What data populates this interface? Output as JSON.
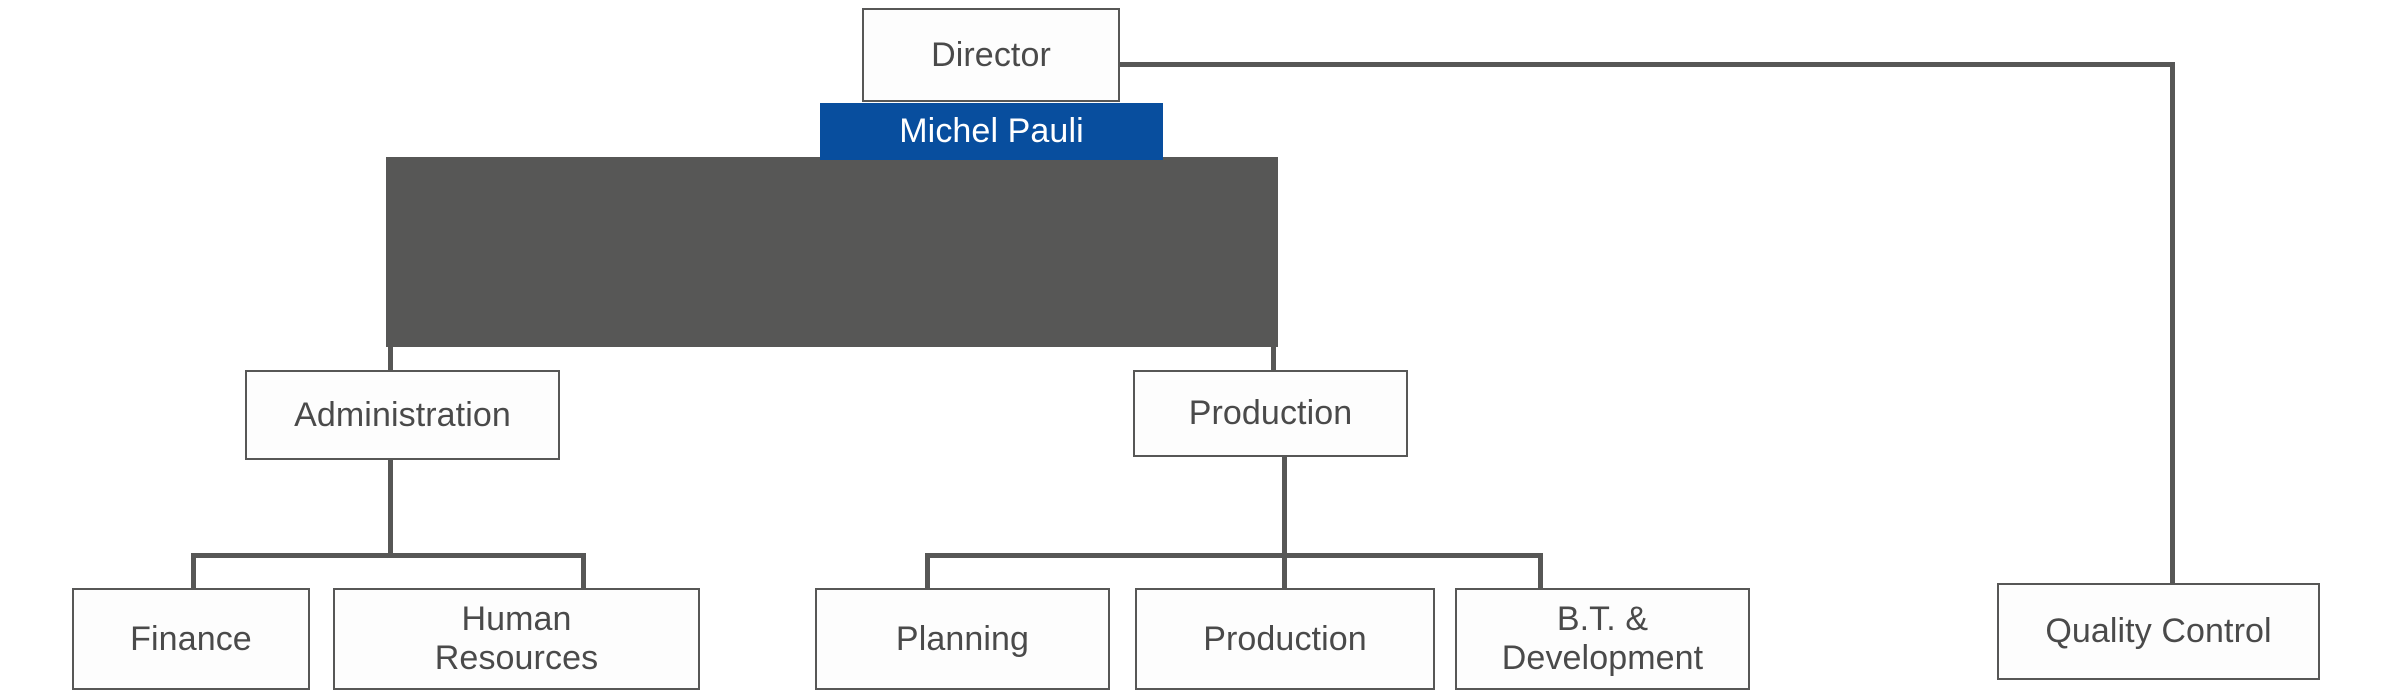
{
  "chart_data": {
    "type": "diagram",
    "title": "Organizational Chart",
    "diagram_kind": "org-chart",
    "colors": {
      "accent_blue": "#084e9e",
      "connector_gray": "#575756",
      "block_gray": "#575756",
      "node_fill": "#fdfdfd",
      "node_border": "#575756",
      "node_text": "#4a4a4a",
      "accent_text": "#ffffff",
      "background": "#ffffff"
    },
    "nodes": [
      {
        "id": "director",
        "label": "Director",
        "level": 0,
        "style": "outline"
      },
      {
        "id": "michel-pauli",
        "label": "Michel Pauli",
        "level": 0,
        "style": "accent"
      },
      {
        "id": "administration",
        "label": "Administration",
        "level": 1,
        "style": "outline"
      },
      {
        "id": "production",
        "label": "Production",
        "level": 1,
        "style": "outline"
      },
      {
        "id": "quality-control",
        "label": "Quality Control",
        "level": 1,
        "style": "outline"
      },
      {
        "id": "finance",
        "label": "Finance",
        "level": 2,
        "style": "outline"
      },
      {
        "id": "human-resources",
        "label": "Human\nResources",
        "level": 2,
        "style": "outline"
      },
      {
        "id": "planning",
        "label": "Planning",
        "level": 2,
        "style": "outline"
      },
      {
        "id": "production-sub",
        "label": "Production",
        "level": 2,
        "style": "outline"
      },
      {
        "id": "bt-development",
        "label": "B.T. &\nDevelopment",
        "level": 2,
        "style": "outline"
      }
    ],
    "edges": [
      {
        "from": "director",
        "to": "administration"
      },
      {
        "from": "director",
        "to": "production"
      },
      {
        "from": "director",
        "to": "quality-control"
      },
      {
        "from": "administration",
        "to": "finance"
      },
      {
        "from": "administration",
        "to": "human-resources"
      },
      {
        "from": "production",
        "to": "planning"
      },
      {
        "from": "production",
        "to": "production-sub"
      },
      {
        "from": "production",
        "to": "bt-development"
      }
    ]
  },
  "nodes": {
    "director": {
      "label": "Director"
    },
    "michel_pauli": {
      "label": "Michel Pauli"
    },
    "administration": {
      "label": "Administration"
    },
    "production": {
      "label": "Production"
    },
    "quality_control": {
      "label": "Quality Control"
    },
    "finance": {
      "label": "Finance"
    },
    "human_resources": {
      "label": "Human\nResources"
    },
    "planning": {
      "label": "Planning"
    },
    "production_sub": {
      "label": "Production"
    },
    "bt_development": {
      "label": "B.T. &\nDevelopment"
    }
  }
}
